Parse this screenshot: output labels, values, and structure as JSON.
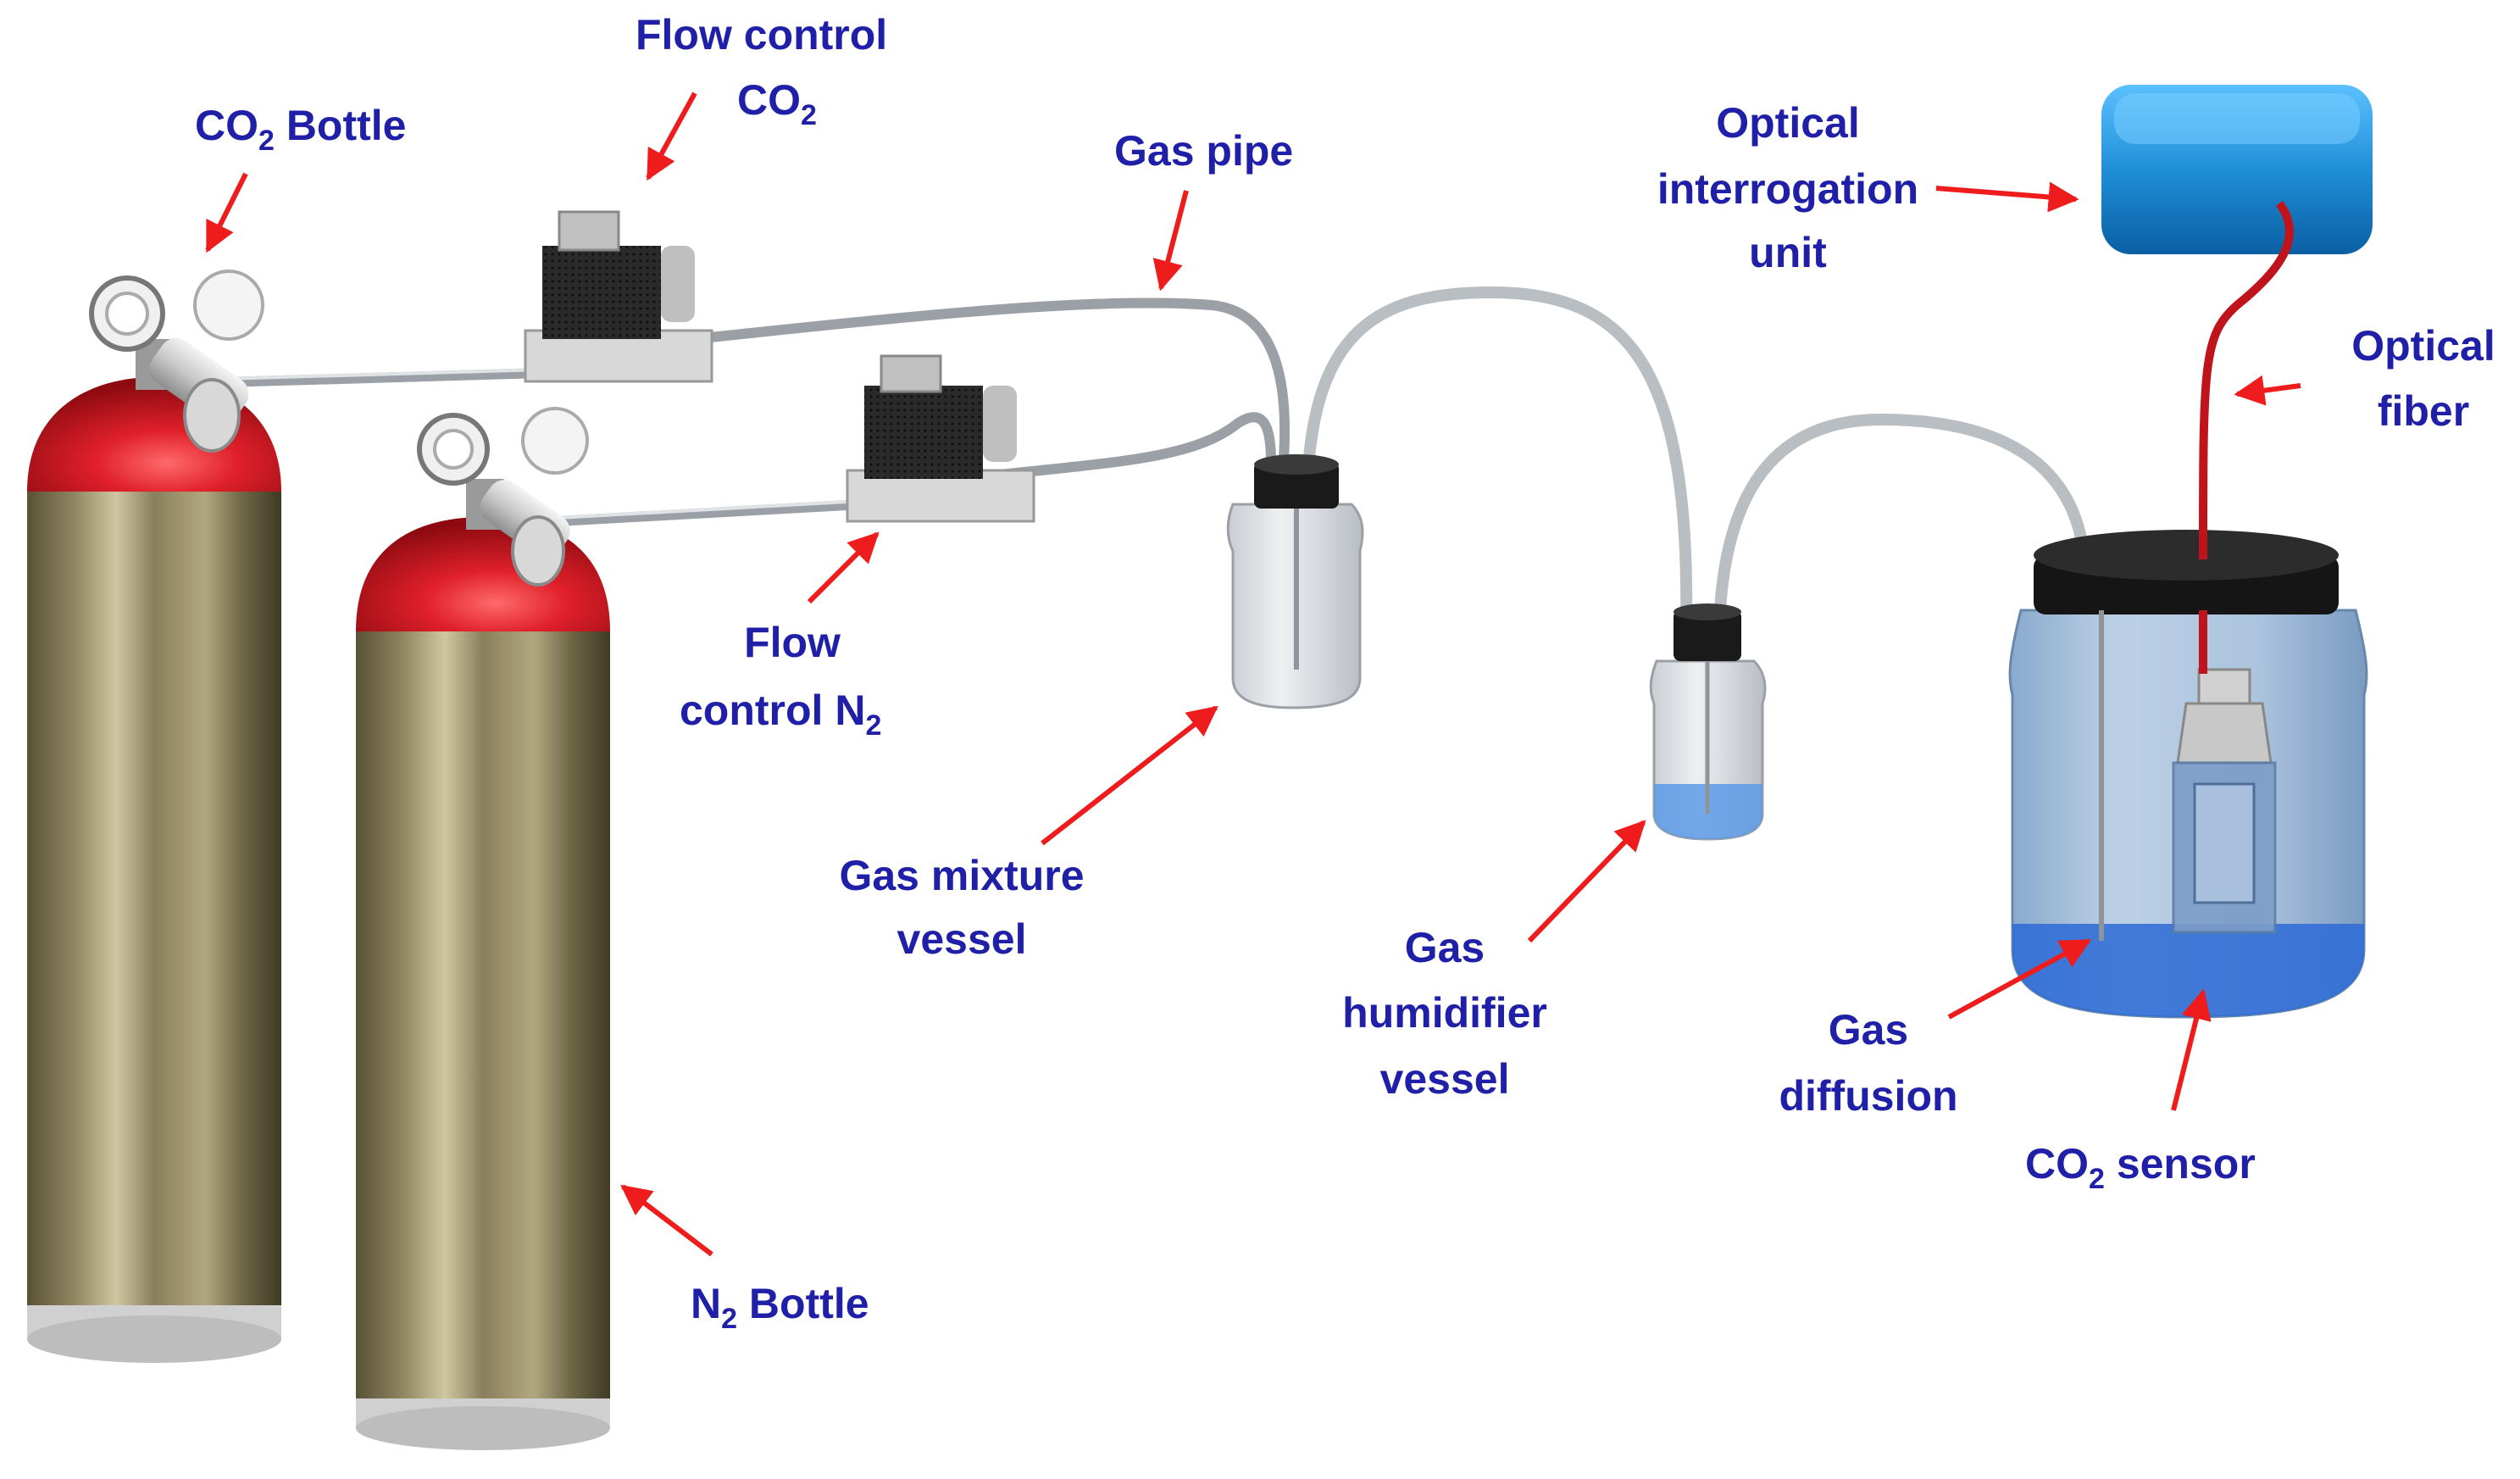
{
  "labels": {
    "co2_bottle": {
      "main": "CO",
      "sub": "2",
      "tail": " Bottle"
    },
    "flow_control_co2": {
      "line1": "Flow control",
      "line2_main": "CO",
      "line2_sub": "2"
    },
    "gas_pipe": "Gas pipe",
    "optical_unit": {
      "line1": "Optical",
      "line2": "interrogation",
      "line3": "unit"
    },
    "optical_fiber": {
      "line1": "Optical",
      "line2": "fiber"
    },
    "flow_control_n2": {
      "line1": "Flow",
      "line2_main": "control N",
      "line2_sub": "2"
    },
    "gas_mixture_vessel": {
      "line1": "Gas mixture",
      "line2": "vessel"
    },
    "gas_humidifier_vessel": {
      "line1": "Gas",
      "line2": "humidifier",
      "line3": "vessel"
    },
    "gas_diffusion": {
      "line1": "Gas",
      "line2": "diffusion"
    },
    "co2_sensor": {
      "main": "CO",
      "sub": "2",
      "tail": " sensor"
    },
    "n2_bottle": {
      "main": "N",
      "sub": "2",
      "tail": " Bottle"
    }
  },
  "colors": {
    "label_text": "#1f1fa8",
    "arrow": "#ee1c1c",
    "cylinder_cap": "#d8141c",
    "cylinder_body": "#8a7f5c",
    "interrogation_unit": "#1f8fd8",
    "optical_fiber": "#c0141c",
    "water": "#4a8fe0",
    "controller_body": "#2a2a2a",
    "pipe": "#c8ccd0"
  }
}
